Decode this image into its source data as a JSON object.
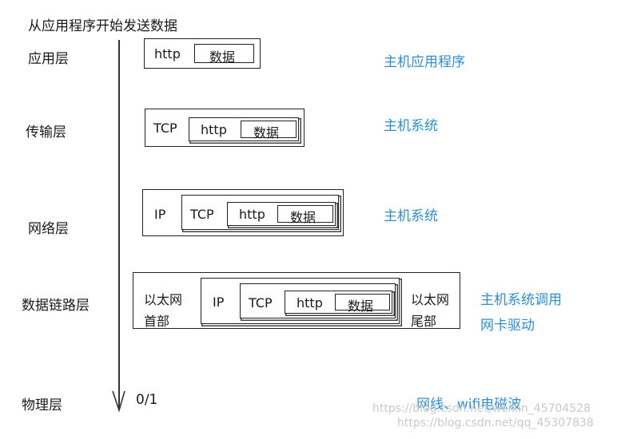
{
  "title": "从应用程序开始发送数据",
  "layers": [
    {
      "name": "应用层",
      "desc": "主机应用程序"
    },
    {
      "name": "传输层",
      "desc": "主机系统"
    },
    {
      "name": "网络层",
      "desc": "主机系统"
    },
    {
      "name": "数据链路层",
      "desc_lines": [
        "主机系统调用",
        "网卡驱动"
      ]
    },
    {
      "name": "物理层",
      "desc": "网线、wifi电磁波"
    }
  ],
  "packet": {
    "http": "http",
    "data": "数据",
    "tcp": "TCP",
    "ip": "IP",
    "eth_header": [
      "以太网",
      "首部"
    ],
    "eth_trailer": [
      "以太网",
      "尾部"
    ]
  },
  "physical_bits": "0/1",
  "watermark": [
    "https://blog.csdn.net/weixin_45704528",
    "https://blog.csdn.net/qq_45307838"
  ]
}
